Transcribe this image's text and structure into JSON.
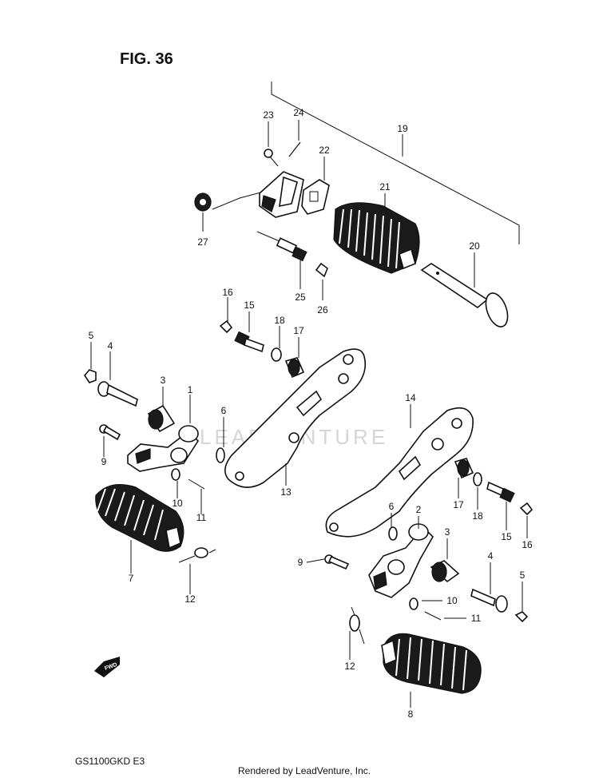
{
  "figure_title": "FIG. 36",
  "model_code": "GS1100GKD  E3",
  "render_credit": "Rendered by LeadVenture, Inc.",
  "watermark": "LEADVENTURE",
  "fwd_label": "FWD",
  "callouts": {
    "c1": "1",
    "c2": "2",
    "c3a": "3",
    "c3b": "3",
    "c4a": "4",
    "c4b": "4",
    "c5a": "5",
    "c5b": "5",
    "c6a": "6",
    "c6b": "6",
    "c7": "7",
    "c8": "8",
    "c9a": "9",
    "c9b": "9",
    "c10a": "10",
    "c10b": "10",
    "c11a": "11",
    "c11b": "11",
    "c12a": "12",
    "c12b": "12",
    "c13": "13",
    "c14": "14",
    "c15a": "15",
    "c15b": "15",
    "c16a": "16",
    "c16b": "16",
    "c17a": "17",
    "c17b": "17",
    "c18a": "18",
    "c18b": "18",
    "c19": "19",
    "c20": "20",
    "c21": "21",
    "c22": "22",
    "c23": "23",
    "c24": "24",
    "c25": "25",
    "c26": "26",
    "c27": "27"
  }
}
